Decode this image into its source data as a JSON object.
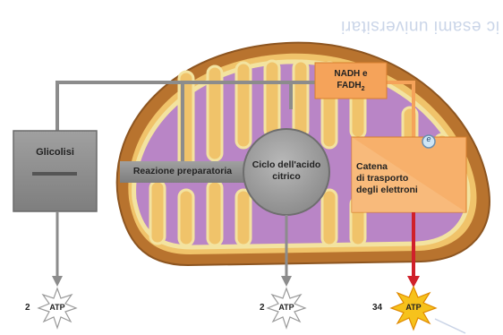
{
  "watermark": "ic esami universitari",
  "glycolysis": {
    "label": "Glicolisi"
  },
  "prep_reaction": {
    "label": "Reazione preparatoria"
  },
  "citric_cycle": {
    "label_line1": "Ciclo dell'acido",
    "label_line2": "citrico"
  },
  "nadh_box": {
    "line1": "NADH e",
    "line2": "FADH",
    "sub": "2"
  },
  "etc": {
    "line1": "Catena",
    "line2": "di trasporto",
    "line3": "degli elettroni"
  },
  "electron_symbol": "e",
  "atp_outputs": [
    {
      "count": "2",
      "label": "ATP"
    },
    {
      "count": "2",
      "label": "ATP"
    },
    {
      "count": "34",
      "label": "ATP"
    }
  ],
  "colors": {
    "outer_membrane": "#b8732e",
    "intermembrane": "#f0c36a",
    "matrix": "#b985c6",
    "cristae_line": "#f3e3a0",
    "gray_box": "#8e8e8e",
    "orange_box": "#f5a35a",
    "red_arrow": "#d0202a",
    "burst_yellow": "#f6c21c"
  }
}
